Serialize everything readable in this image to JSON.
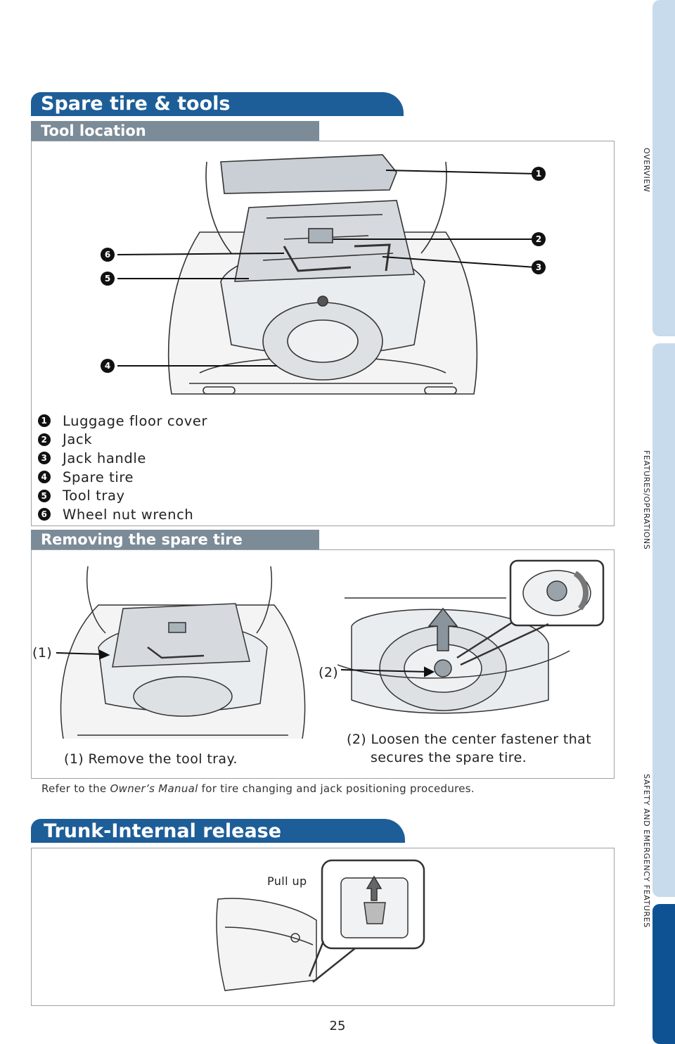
{
  "header": {
    "title": "Spare tire & tools"
  },
  "tool_location": {
    "heading": "Tool location",
    "items": [
      {
        "num": "1",
        "label": "Luggage floor cover"
      },
      {
        "num": "2",
        "label": "Jack"
      },
      {
        "num": "3",
        "label": "Jack handle"
      },
      {
        "num": "4",
        "label": "Spare tire"
      },
      {
        "num": "5",
        "label": "Tool tray"
      },
      {
        "num": "6",
        "label": "Wheel nut wrench"
      }
    ]
  },
  "removing": {
    "heading": "Removing the spare tire",
    "marker1": "(1)",
    "marker2": "(2)",
    "step1": "(1) Remove the tool tray.",
    "step2_line1": "(2) Loosen the center fastener that",
    "step2_line2": "secures the spare tire."
  },
  "note": {
    "prefix": "Refer to the ",
    "manual": "Owner’s Manual",
    "suffix": " for tire changing and jack positioning procedures."
  },
  "trunk": {
    "title": "Trunk-Internal release",
    "pull_label": "Pull up"
  },
  "sidebar": {
    "overview": "OVERVIEW",
    "features": "FEATURES/OPERATIONS",
    "safety": "SAFETY AND EMERGENCY FEATURES"
  },
  "page_number": "25"
}
